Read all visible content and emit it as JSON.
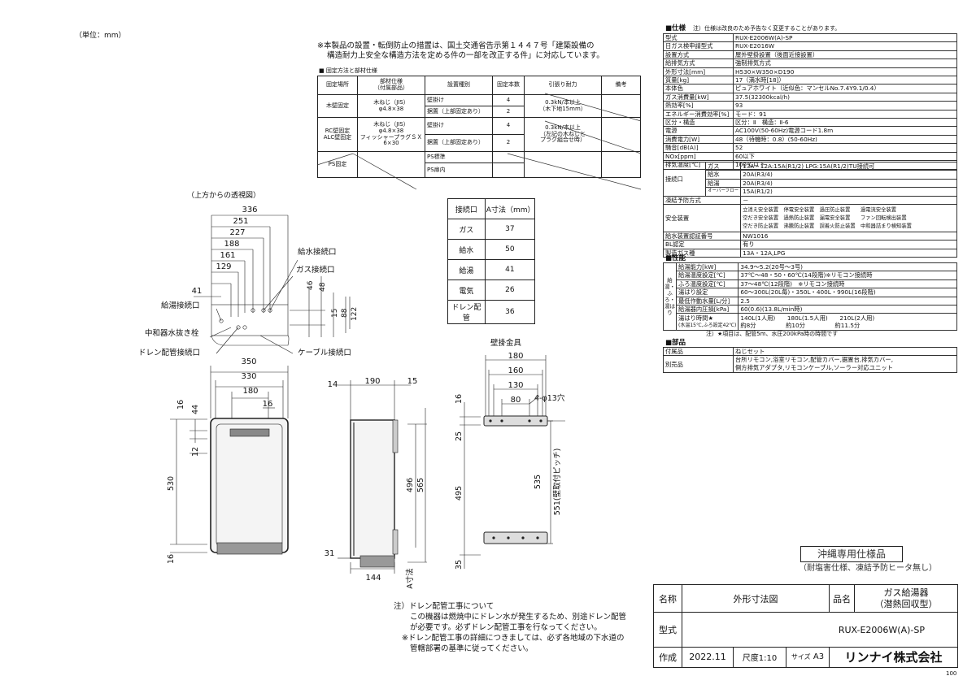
{
  "unit_label": "（単位：mm）",
  "notice": [
    "※本製品の設置・転倒防止の措置は、国土交通省告示第１４４７号「建築設備の",
    "構造耐力上安全な構造方法を定める件の一部を改正する件」に対応しています。"
  ],
  "fix_table": {
    "title": "■ 固定方法と部材仕様",
    "headers": [
      "固定場所",
      "部材仕様\n（付属部品）",
      "設置種別",
      "固定本数",
      "引張り耐力",
      "備考"
    ],
    "rows": [
      {
        "place": "木壁固定",
        "part": "木ねじ（JIS）\nφ4.8×38",
        "subs": [
          {
            "type": "壁掛け",
            "count": "4"
          },
          {
            "type": "据置（上部固定あり）",
            "count": "2"
          }
        ],
        "force": "0.3kN/本以上\n（木下地15mm）"
      },
      {
        "place": "RC壁固定\nALC壁固定",
        "part": "木ねじ（JIS）\nφ4.8×38\nフィッシャープラグＳＸ\n6×30",
        "subs": [
          {
            "type": "壁掛け",
            "count": "4"
          },
          {
            "type": "据置（上部固定あり）",
            "count": "2"
          }
        ],
        "force": "0.3kN/本以上\n（左記の木ねじと\nプラグ組合せ時）"
      },
      {
        "place": "PS固定",
        "part": "",
        "subs": [
          {
            "type": "PS標準",
            "count": ""
          },
          {
            "type": "PS扉内",
            "count": ""
          }
        ],
        "force": ""
      }
    ]
  },
  "top_view_title": "（上方からの透視図）",
  "top_dims": [
    "336",
    "251",
    "227",
    "188",
    "161",
    "129",
    "41"
  ],
  "top_vdims": [
    "46",
    "48",
    "15",
    "88",
    "122"
  ],
  "top_labels": [
    "給水接続口",
    "ガス接続口",
    "給湯接続口",
    "中和器水抜き栓",
    "ドレン配管接続口",
    "ケーブル接続口"
  ],
  "conn_table": {
    "headers": [
      "接続口",
      "A寸法（mm）"
    ],
    "rows": [
      [
        "ガス",
        "37"
      ],
      [
        "給水",
        "50"
      ],
      [
        "給湯",
        "41"
      ],
      [
        "電気",
        "26"
      ],
      [
        "ドレン配管",
        "36"
      ]
    ]
  },
  "front_dims": {
    "w350": "350",
    "w330": "330",
    "w180": "180",
    "w16": "16",
    "h16a": "16",
    "h44": "44",
    "h12": "12",
    "h530": "530",
    "h16b": "16"
  },
  "side_dims": {
    "d14": "14",
    "d190": "190",
    "d15": "15",
    "h496": "496",
    "h565": "565",
    "d31": "31",
    "d144": "144",
    "a": "A寸法"
  },
  "bracket": {
    "title": "壁掛金具",
    "d180": "180",
    "d160": "160",
    "d130": "130",
    "d80": "80",
    "hole": "4-φ13穴",
    "v16": "16",
    "v25": "25",
    "v495": "495",
    "v535": "535",
    "v35": "35",
    "pitch": "551(壁取付ピッチ)"
  },
  "spec": {
    "header": "■仕様",
    "note": "注）仕様は改良のため予告なく変更することがあります。",
    "rows": [
      [
        "型式",
        "RUX-E2006W(A)-SP"
      ],
      [
        "日ガス検申請型式",
        "RUX-E2016W"
      ],
      [
        "設置方式",
        "屋外壁掛設置（後面近接設置）"
      ],
      [
        "給排気方式",
        "強制排気方式"
      ],
      [
        "外形寸法[mm]",
        "H530×W350×D190"
      ],
      [
        "質量[kg]",
        "17（満水時[18]）"
      ],
      [
        "本体色",
        "ピュアホワイト（近似色：マンセルNo.7.4Y9.1/0.4）"
      ],
      [
        "ガス消費量[kW]",
        "37.5(32300kcal/h)"
      ],
      [
        "熱効率[%]",
        "93"
      ],
      [
        "エネルギー消費効率[%]",
        "モード：91"
      ],
      [
        "区分・構造",
        "区分：Ⅱ　構造：Ⅱ-6"
      ],
      [
        "電源",
        "AC100V(50-60Hz)電源コード1.8m"
      ],
      [
        "消費電力[W]",
        "48（待機時：0.8）(50-60Hz)"
      ],
      [
        "騒音[dB(A)]",
        "52"
      ],
      [
        "NOx[ppm]",
        "60以下"
      ],
      [
        "排気温度[℃]",
        "100℃以下"
      ]
    ],
    "conn_label": "接続口",
    "conn_rows": [
      [
        "ガス",
        "13A・12A:15A(R1/2) LPG:15A(R1/2)TU接続可"
      ],
      [
        "給水",
        "20A(R3/4)"
      ],
      [
        "給湯",
        "20A(R3/4)"
      ],
      [
        "オーバーフロー",
        "15A(R1/2)"
      ]
    ],
    "freeze_label": "凍結予防方式",
    "freeze_value": "－",
    "safety_label": "安全装置",
    "safety_lines": [
      "立消え安全装置　停電安全装置　過圧防止装置　　過電流安全装置",
      "空だき安全装置　過熱防止装置　漏電安全装置　　ファン回転検出装置",
      "空だき防止装置　沸騰防止装置　誤着火防止装置　中和器詰まり検知装置"
    ],
    "tail_rows": [
      [
        "給水装置認証番号",
        "NW1016"
      ],
      [
        "BL認定",
        "有り"
      ],
      [
        "製造ガス種",
        "13A・12A,LPG"
      ]
    ]
  },
  "perf": {
    "header": "■性能",
    "side": "給湯・ふろ・湯はり",
    "rows": [
      [
        "給湯能力[kW]",
        "34.9～5.2(20号～3号)"
      ],
      [
        "給湯温度設定[℃]",
        "37℃～48・50・60℃(14段階)※リモコン接続時"
      ],
      [
        "ふろ温度設定[℃]",
        "37～48℃(12段階)　※リモコン接続時"
      ],
      [
        "湯はり設定",
        "60～300L(20L毎)・350L・400L・990L(16段階)"
      ],
      [
        "最低作動水量[L/分]",
        "2.5"
      ],
      [
        "給湯器内圧損[kPa]",
        "60(0.6)(13.8L/min時)"
      ]
    ],
    "time_label": "湯はり時間★",
    "time_sub": "(水温15℃,ふろ設定42℃)",
    "time_line1": "140L(1人用)　　180L(1.5人用)　　210L(2人用)",
    "time_line2": "約8分　　　　　約10分　　　　　約11.5分",
    "time_note": "注）★項目は、配管5m、水圧200kPa時の時間です"
  },
  "parts": {
    "header": "■部品",
    "rows": [
      [
        "付属品",
        "ねじセット"
      ],
      [
        "別売品",
        "台所リモコン,浴室リモコン,配管カバー,据置台,排気カバー,"
      ]
    ],
    "line2": "側方排気アダプタ,リモコンケーブル,ソーラー対応ユニット"
  },
  "okinawa_title": "沖縄専用仕様品",
  "okinawa_sub": "（耐塩害仕様、凍結予防ヒータ無し）",
  "notes": [
    "注）ドレン配管工事について",
    "この機器は燃焼中にドレン水が発生するため、別途ドレン配管",
    "が必要です。必ずドレン配管工事を行なってください。",
    "※ドレン配管工事の詳細につきましては、必ず各地域の下水道の",
    "管轄部署の基準に従ってください。"
  ],
  "title_block": {
    "name_label": "名称",
    "name_value": "外形寸法図",
    "product_label": "品名",
    "product_value": "ガス給湯器\n（潜熱回収型）",
    "model_label": "型式",
    "model_value": "RUX-E2006W(A)-SP",
    "made_label": "作成",
    "date": "2022.11",
    "scale_label": "尺度",
    "scale": "1:10",
    "size_label": "サイズ",
    "size": "A3",
    "company": "リンナイ株式会社"
  },
  "page_code": "100"
}
